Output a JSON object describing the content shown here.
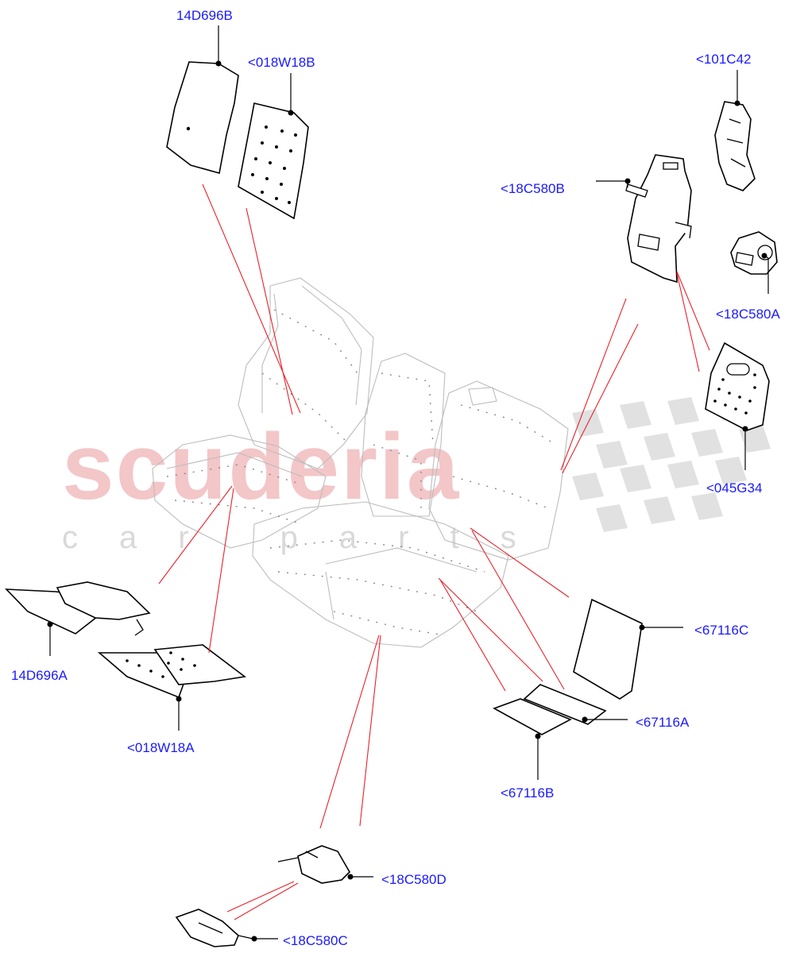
{
  "watermark": {
    "brand": "scuderia",
    "sub": "car parts"
  },
  "labels": {
    "l14D696B": "14D696B",
    "l018W18B": "<018W18B",
    "l101C42": "<101C42",
    "l18C580B": "<18C580B",
    "l18C580A": "<18C580A",
    "l045G34": "<045G34",
    "l67116C": "<67116C",
    "l67116A": "<67116A",
    "l67116B": "<67116B",
    "l14D696A": "14D696A",
    "l018W18A": "<018W18A",
    "l18C580D": "<18C580D",
    "l18C580C": "<18C580C"
  },
  "colors": {
    "label": "#1a1aff",
    "callout": "#e8222a",
    "watermark_brand": "#f3c6c8",
    "watermark_check": "#dcdcdc"
  }
}
